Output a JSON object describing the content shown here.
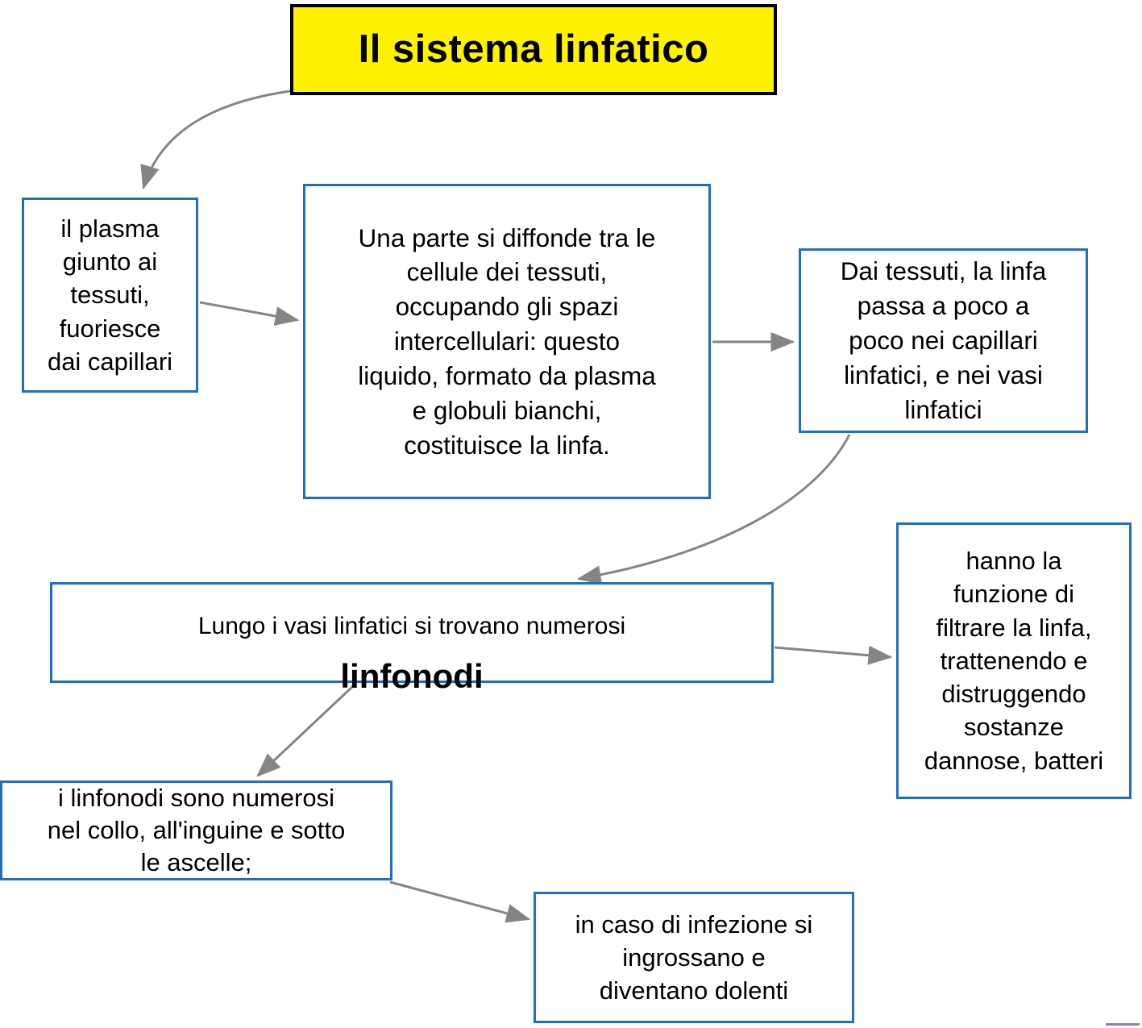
{
  "diagram": {
    "title": "Il sistema linfatico",
    "title_colors": {
      "fill": "#FFF200",
      "border": "#000000",
      "text": "#000000"
    },
    "node_colors": {
      "border": "#1F6FC4",
      "fill": "#FFFFFF",
      "text": "#000000"
    },
    "connector_color": "#808080",
    "nodes": {
      "plasma": "il plasma\ngiunto ai\ntessuti,\nfuoriesce\ndai capillari",
      "parte": "Una parte si diffonde tra le\ncellule dei tessuti,\noccupando gli spazi\nintercellulari: questo\nliquido, formato da plasma\ne globuli bianchi,\ncostituisce la linfa.",
      "dai_tessuti": "Dai tessuti, la linfa\npassa a poco a\npoco nei capillari\nlinfatici, e nei vasi\nlinfatici",
      "linfonodi_line1": "Lungo i vasi linfatici si trovano numerosi",
      "linfonodi_line2": "linfonodi",
      "hanno": "hanno la\nfunzione di\nfiltrare la linfa,\ntrattenendo e\ndistruggendo\nsostanze\ndannose, batteri",
      "collo": "i linfonodi sono numerosi\nnel collo, all'inguine e sotto\nle ascelle;",
      "infezione": "in caso di infezione si\ningrossano e\ndiventano dolenti"
    },
    "edges": [
      {
        "name": "title-to-plasma",
        "from": "title",
        "to": "plasma",
        "style": "curved-arrow"
      },
      {
        "name": "plasma-to-parte",
        "from": "plasma",
        "to": "parte",
        "style": "straight-arrow"
      },
      {
        "name": "parte-to-dai",
        "from": "parte",
        "to": "dai_tessuti",
        "style": "straight-arrow"
      },
      {
        "name": "dai-to-linfonodi",
        "from": "dai_tessuti",
        "to": "linfonodi",
        "style": "curved-arrow"
      },
      {
        "name": "linfonodi-to-hanno",
        "from": "linfonodi",
        "to": "hanno",
        "style": "straight-arrow"
      },
      {
        "name": "linfonodi-to-collo",
        "from": "linfonodi",
        "to": "collo",
        "style": "straight-arrow"
      },
      {
        "name": "collo-to-infezione",
        "from": "collo",
        "to": "infezione",
        "style": "straight-arrow"
      }
    ]
  }
}
